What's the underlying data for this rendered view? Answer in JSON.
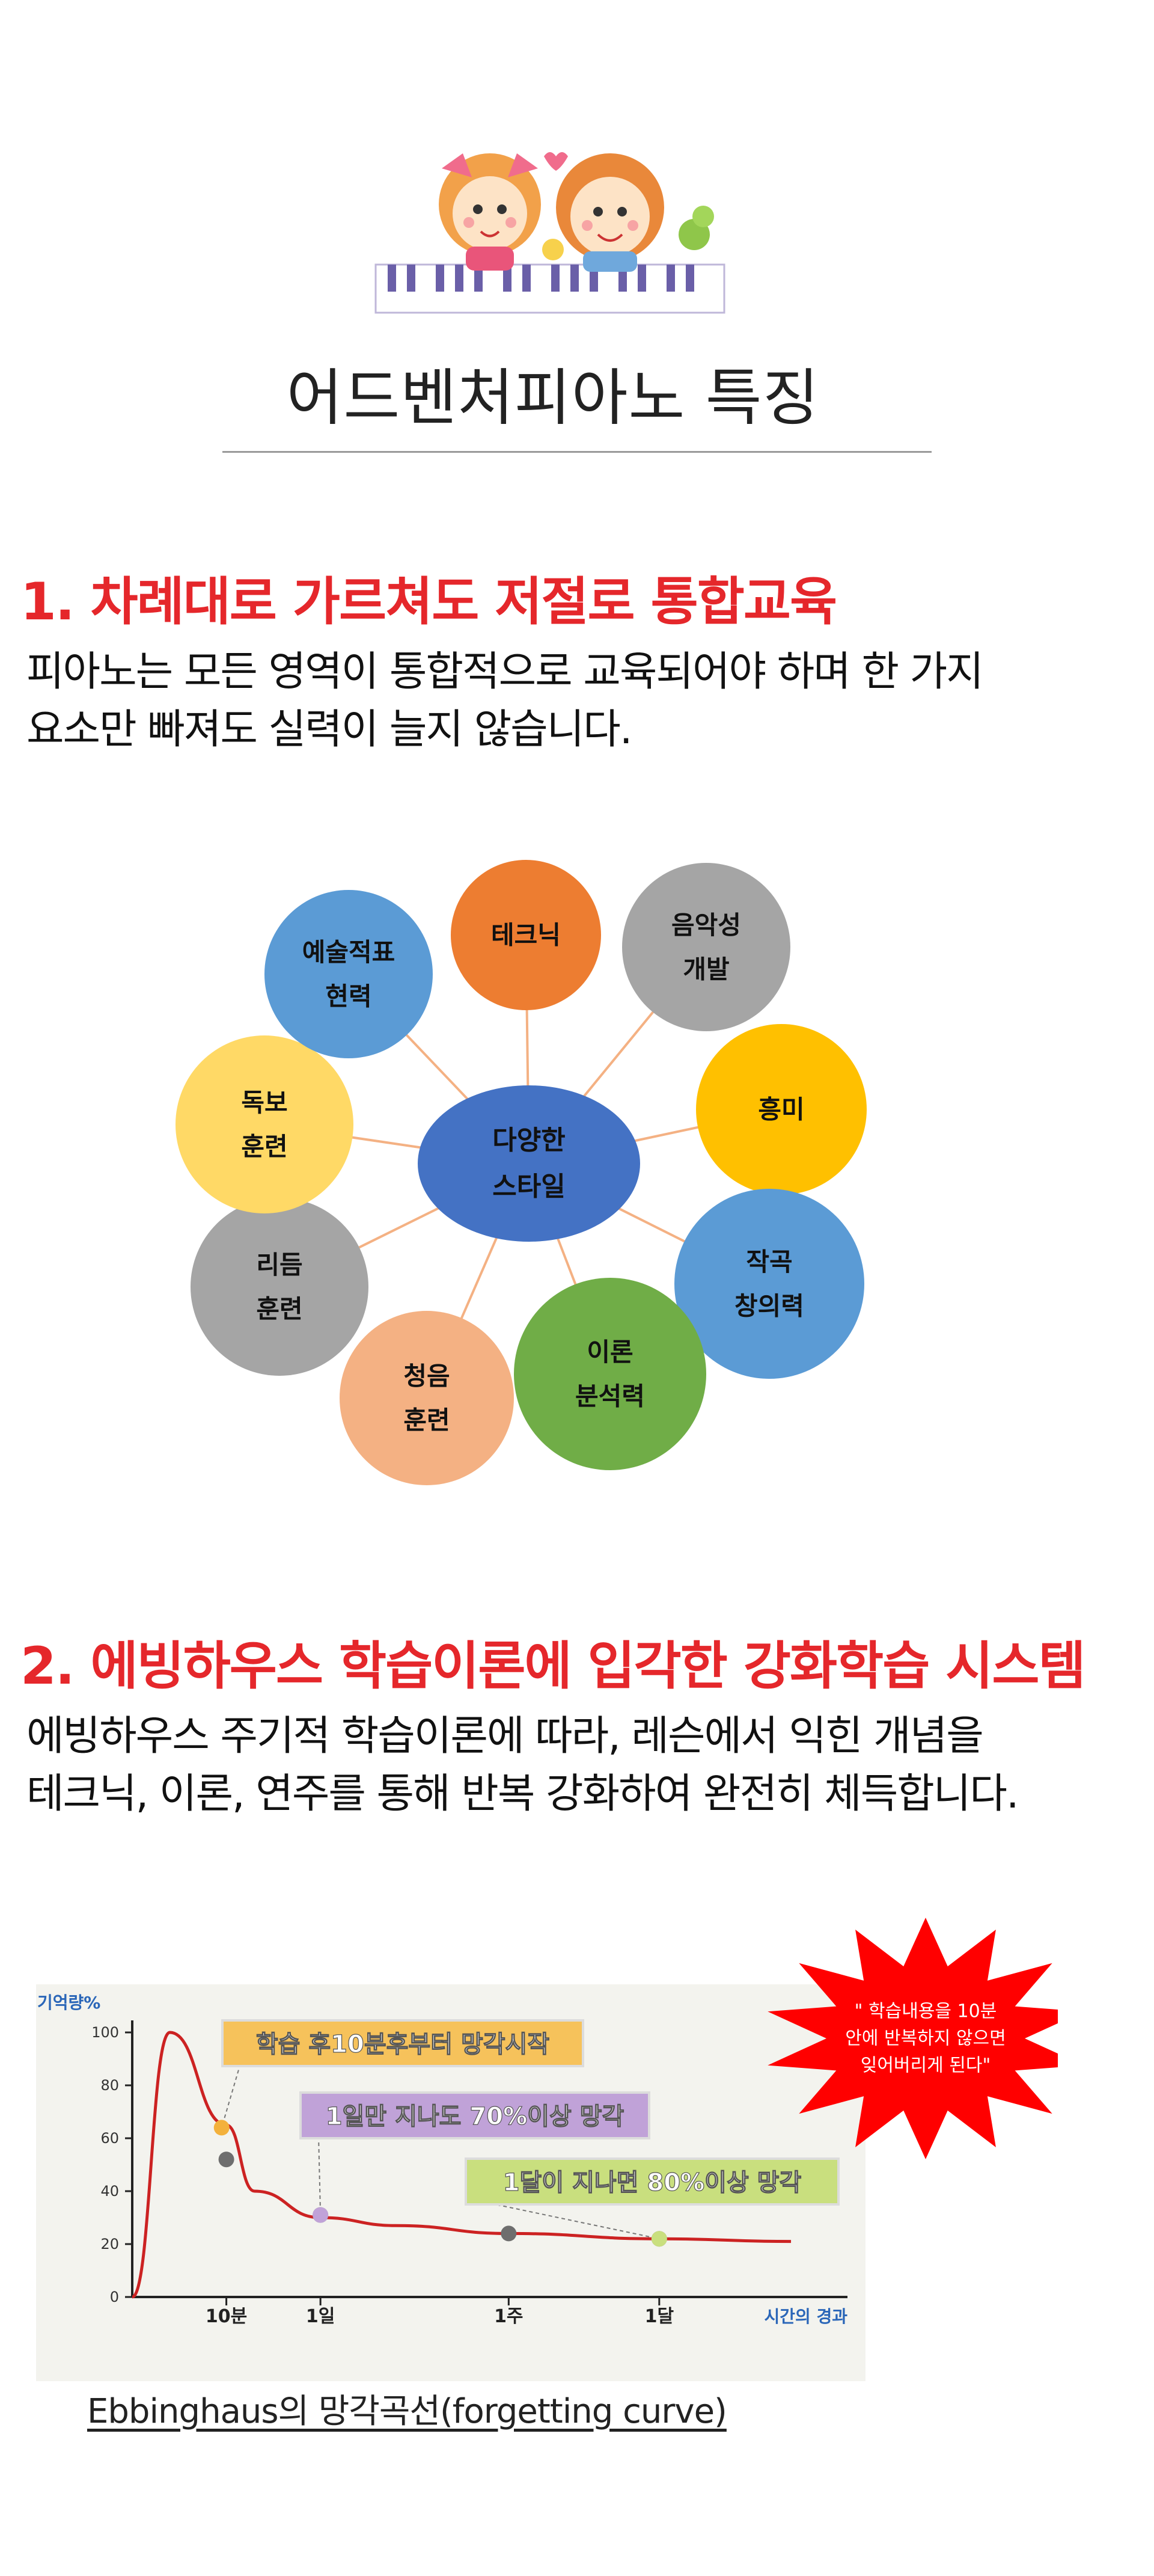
{
  "title": "어드벤처피아노 특징",
  "section1": {
    "heading": "1. 차례대로 가르쳐도 저절로 통합교육",
    "body_lines": [
      "피아노는 모든 영역이 통합적으로 교육되어야 하며 한 가지",
      "요소만 빠져도 실력이 늘지 않습니다."
    ],
    "diagram": {
      "center": [
        "다양한",
        "스타일"
      ],
      "nodes": [
        {
          "lines": [
            "테크닉"
          ],
          "color": "#ed7d31"
        },
        {
          "lines": [
            "음악성",
            "개발"
          ],
          "color": "#a5a5a5"
        },
        {
          "lines": [
            "흥미"
          ],
          "color": "#ffc000"
        },
        {
          "lines": [
            "작곡",
            "창의력"
          ],
          "color": "#5b9bd5"
        },
        {
          "lines": [
            "이론",
            "분석력"
          ],
          "color": "#70ad47"
        },
        {
          "lines": [
            "청음",
            "훈련"
          ],
          "color": "#f4b183"
        },
        {
          "lines": [
            "리듬",
            "훈련"
          ],
          "color": "#a5a5a5"
        },
        {
          "lines": [
            "독보",
            "훈련"
          ],
          "color": "#ffd966"
        },
        {
          "lines": [
            "예술적표",
            "현력"
          ],
          "color": "#5b9bd5"
        }
      ],
      "center_color": "#4472c4",
      "connector_color": "#f4b183"
    }
  },
  "section2": {
    "heading": "2. 에빙하우스 학습이론에 입각한 강화학습 시스템",
    "body_lines": [
      "에빙하우스 주기적 학습이론에 따라, 레슨에서 익힌 개념을",
      "테크닉, 이론, 연주를 통해 반복 강화하여 완전히 체득합니다."
    ],
    "burst_lines": [
      "\" 학습내용을 10분",
      "안에 반복하지 않으면",
      "잊어버리게 된다\""
    ],
    "caption": "Ebbinghaus의 망각곡선(forgetting curve)"
  },
  "chart_data": {
    "type": "line",
    "ylabel": "기억량%",
    "xlabel": "시간의 경과",
    "ylim": [
      0,
      100
    ],
    "y_ticks": [
      "0",
      "20",
      "40",
      "60",
      "80",
      "100"
    ],
    "x_ticks": [
      "10분",
      "1일",
      "1주",
      "1달"
    ],
    "series": [
      {
        "x": [
          0,
          0.4,
          1,
          1.3,
          2,
          2.8,
          4,
          5.6,
          7
        ],
        "y": [
          0,
          100,
          65,
          40,
          30,
          27,
          24,
          22,
          21
        ]
      }
    ],
    "annotations": [
      {
        "text": "학습 후10분후부터 망각시작",
        "color": "#f6c25b"
      },
      {
        "text": "1일만 지나도 70%이상 망각",
        "color": "#c0a2d8"
      },
      {
        "text": "1달이 지나면 80%이상 망각",
        "color": "#c9df7e"
      }
    ],
    "colors": {
      "line": "#cc2222",
      "bg": "#f3f3ee"
    }
  }
}
